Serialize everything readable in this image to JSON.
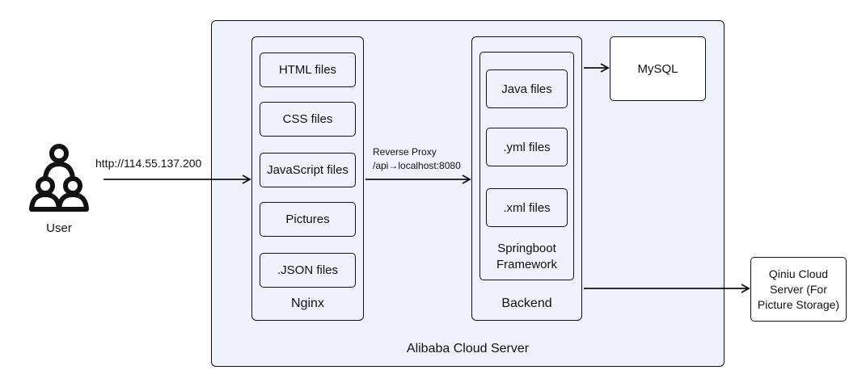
{
  "colors": {
    "server_fill": "#eef2fa",
    "stroke": "#111111",
    "background": "#ffffff"
  },
  "user": {
    "label": "User",
    "icon": "users-icon"
  },
  "url_label": "http://114.55.137.200",
  "proxy": {
    "line1": "Reverse Proxy",
    "line2": "/api→localhost:8080"
  },
  "server": {
    "label": "Alibaba Cloud Server"
  },
  "nginx": {
    "label": "Nginx",
    "files": [
      "HTML files",
      "CSS files",
      "JavaScript files",
      "Pictures",
      ".JSON files"
    ]
  },
  "backend": {
    "label": "Backend",
    "framework_line1": "Springboot",
    "framework_line2": "Framework",
    "files": [
      "Java files",
      ".yml files",
      ".xml files"
    ]
  },
  "mysql": {
    "label": "MySQL"
  },
  "qiniu": {
    "line1": "Qiniu Cloud",
    "line2": "Server (For",
    "line3": "Picture Storage)"
  }
}
